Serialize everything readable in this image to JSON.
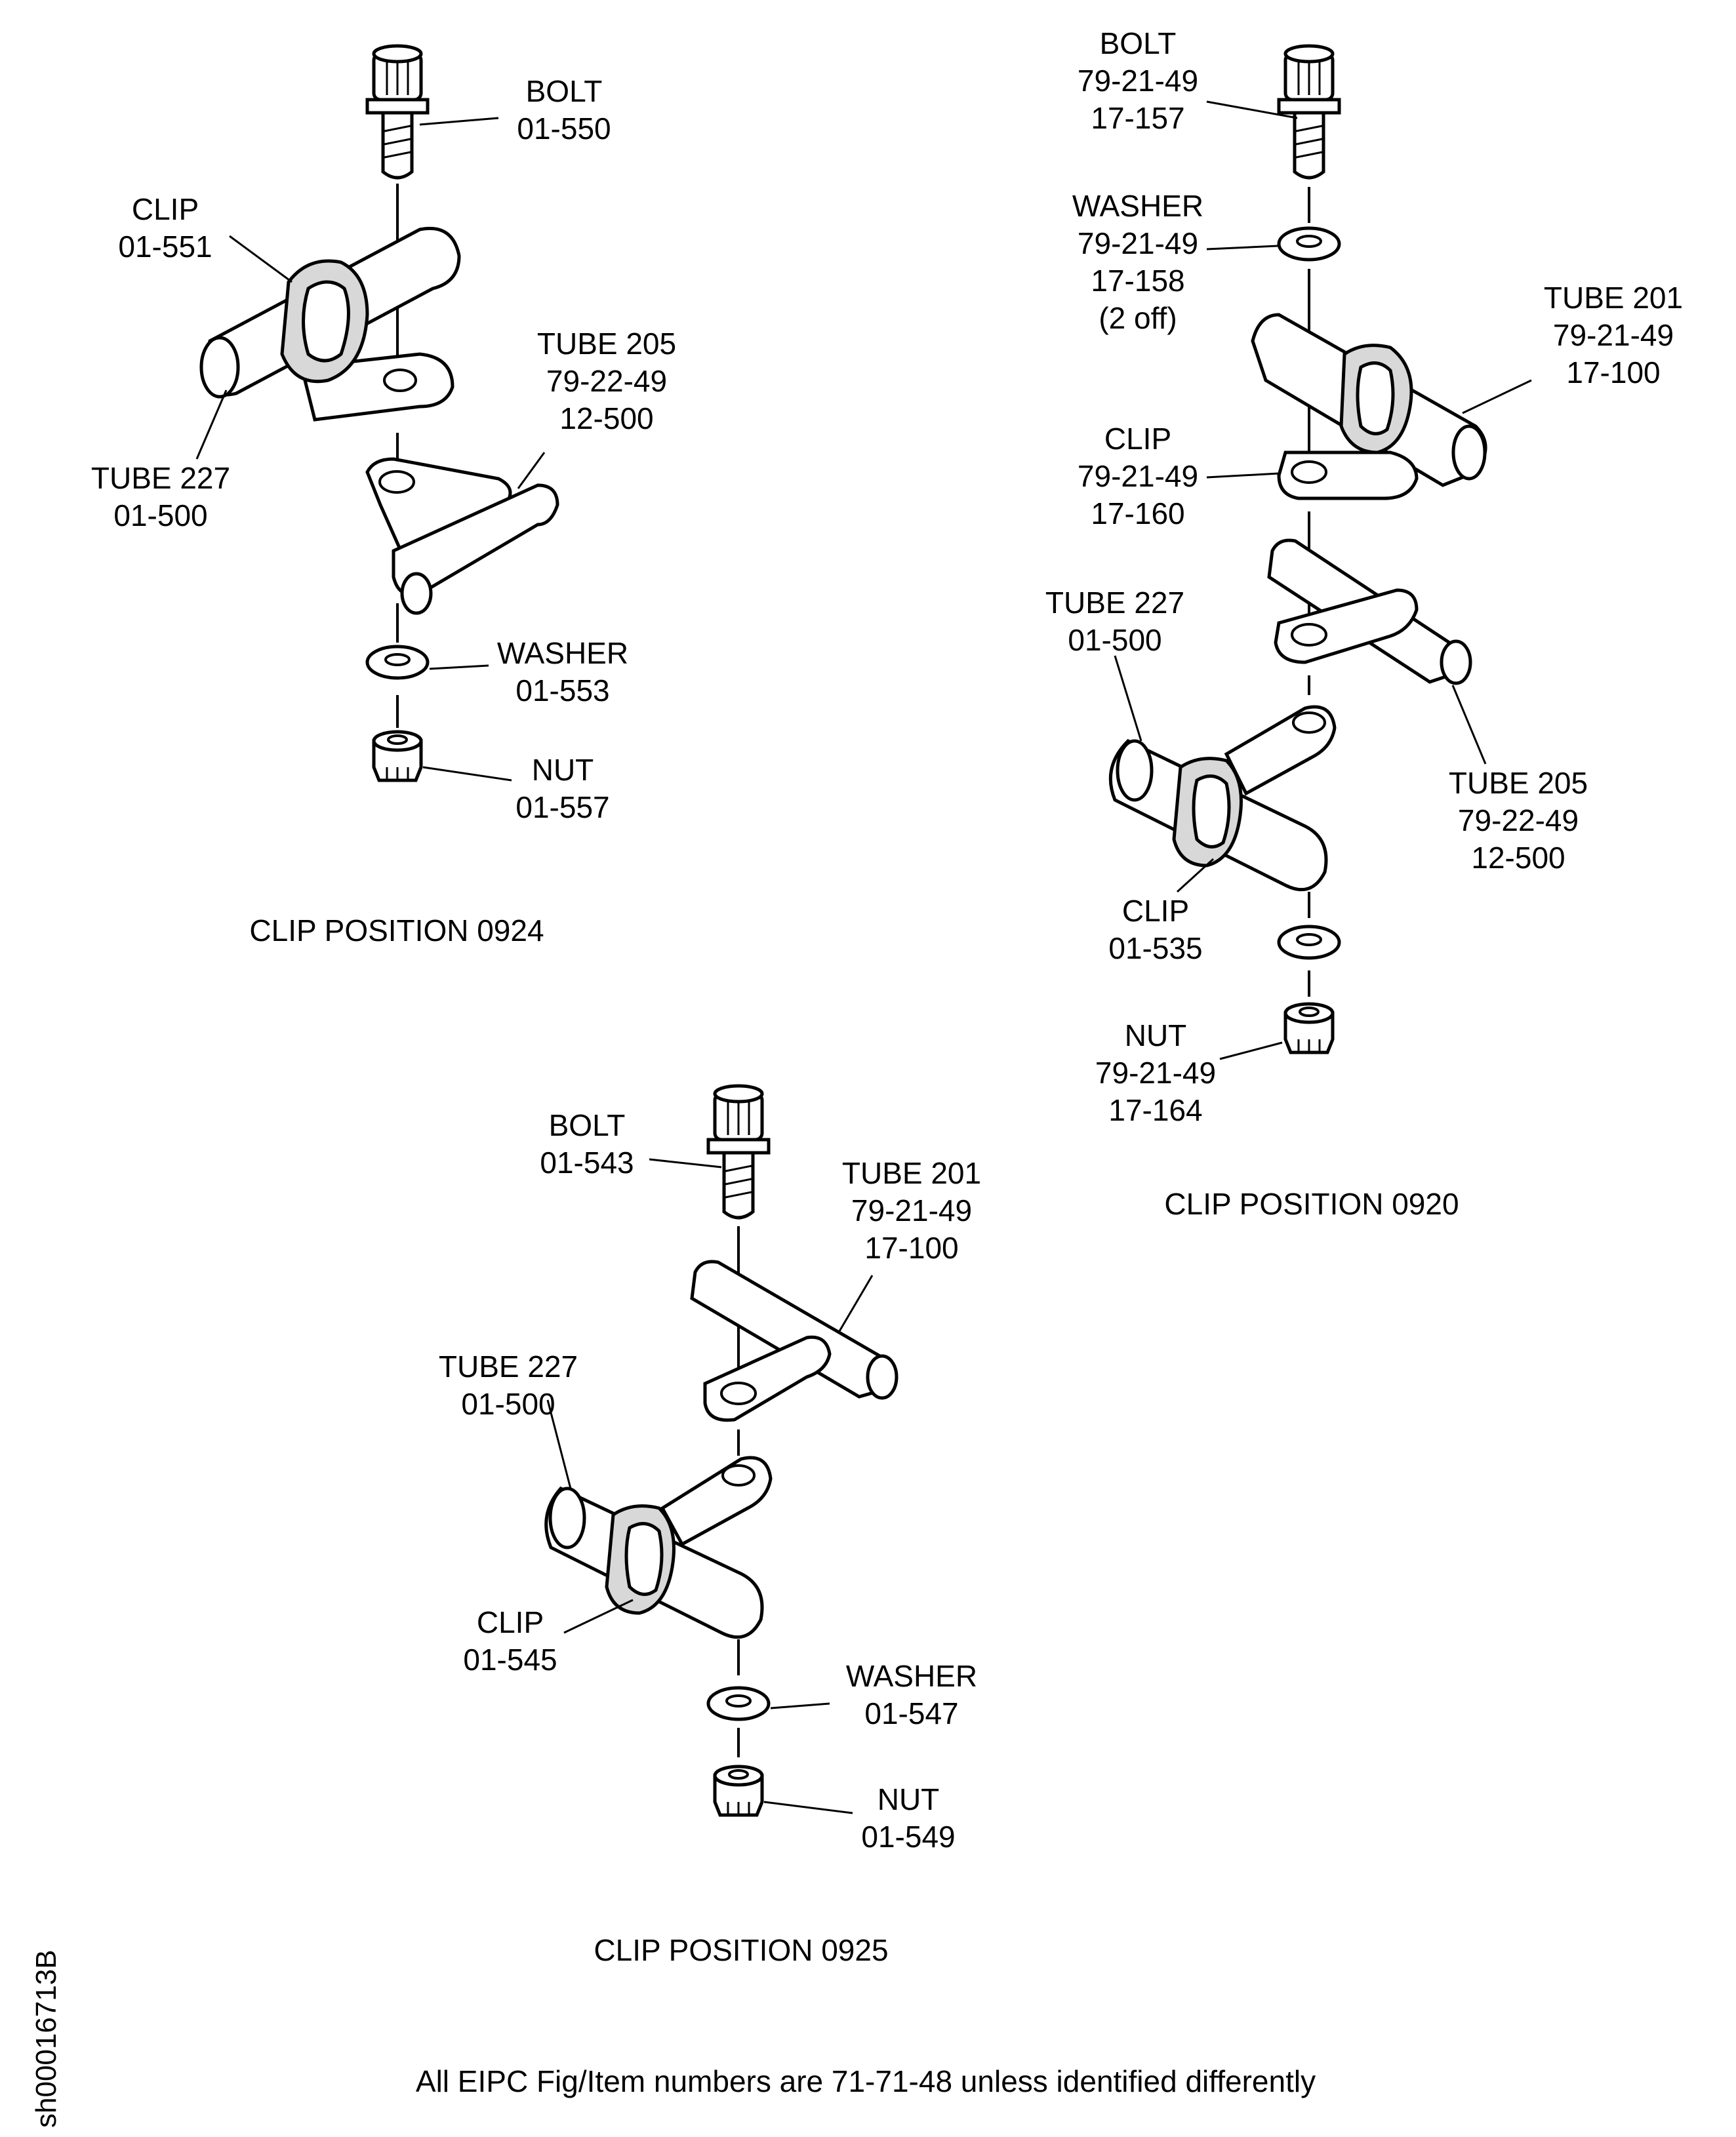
{
  "document_id": "sh00016713B",
  "footer_note": "All EIPC Fig/Item numbers are 71-71-48 unless identified differently",
  "views": {
    "clip_0924": {
      "caption": "CLIP POSITION 0924",
      "bolt": [
        "BOLT",
        "01-550"
      ],
      "clip": [
        "CLIP",
        "01-551"
      ],
      "tube_205": [
        "TUBE 205",
        "79-22-49",
        "12-500"
      ],
      "tube_227": [
        "TUBE 227",
        "01-500"
      ],
      "washer": [
        "WASHER",
        "01-553"
      ],
      "nut": [
        "NUT",
        "01-557"
      ]
    },
    "clip_0920": {
      "caption": "CLIP POSITION 0920",
      "bolt": [
        "BOLT",
        "79-21-49",
        "17-157"
      ],
      "washer": [
        "WASHER",
        "79-21-49",
        "17-158",
        "(2 off)"
      ],
      "tube_201": [
        "TUBE 201",
        "79-21-49",
        "17-100"
      ],
      "clip_upper": [
        "CLIP",
        "79-21-49",
        "17-160"
      ],
      "tube_227": [
        "TUBE 227",
        "01-500"
      ],
      "tube_205": [
        "TUBE 205",
        "79-22-49",
        "12-500"
      ],
      "clip_lower": [
        "CLIP",
        "01-535"
      ],
      "nut": [
        "NUT",
        "79-21-49",
        "17-164"
      ]
    },
    "clip_0925": {
      "caption": "CLIP POSITION 0925",
      "bolt": [
        "BOLT",
        "01-543"
      ],
      "tube_201": [
        "TUBE 201",
        "79-21-49",
        "17-100"
      ],
      "tube_227": [
        "TUBE 227",
        "01-500"
      ],
      "clip": [
        "CLIP",
        "01-545"
      ],
      "washer": [
        "WASHER",
        "01-547"
      ],
      "nut": [
        "NUT",
        "01-549"
      ]
    }
  }
}
